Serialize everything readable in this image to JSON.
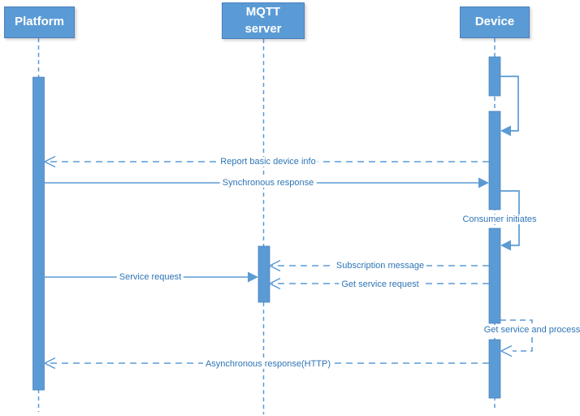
{
  "diagram": {
    "type": "sequence",
    "actors": [
      {
        "id": "platform",
        "label": "Platform"
      },
      {
        "id": "mqtt-server",
        "label": "MQTT\nserver"
      },
      {
        "id": "device",
        "label": "Device"
      }
    ],
    "messages": [
      {
        "label": "",
        "from": "device",
        "to": "device",
        "line": "solid-self"
      },
      {
        "label": "Report basic device info",
        "from": "device",
        "to": "platform",
        "line": "dashed"
      },
      {
        "label": "Synchronous response",
        "from": "platform",
        "to": "device",
        "line": "solid"
      },
      {
        "label": "Consumer initiates",
        "from": "device",
        "to": "device",
        "line": "solid-self"
      },
      {
        "label": "Subscription message",
        "from": "device",
        "to": "mqtt-server",
        "line": "dashed"
      },
      {
        "label": "Service request",
        "from": "platform",
        "to": "mqtt-server",
        "line": "solid"
      },
      {
        "label": "Get service request",
        "from": "device",
        "to": "mqtt-server",
        "line": "dashed"
      },
      {
        "label": "Get service and process",
        "from": "device",
        "to": "device",
        "line": "dashed-self"
      },
      {
        "label": "Asynchronous response(HTTP)",
        "from": "device",
        "to": "platform",
        "line": "dashed"
      }
    ],
    "colors": {
      "actor_fill": "#5b9bd5",
      "actor_border": "#4a7ebb",
      "actor_text": "#ffffff",
      "line": "#5b9bd5",
      "label_text": "#2e75b6",
      "background": "#ffffff"
    }
  }
}
